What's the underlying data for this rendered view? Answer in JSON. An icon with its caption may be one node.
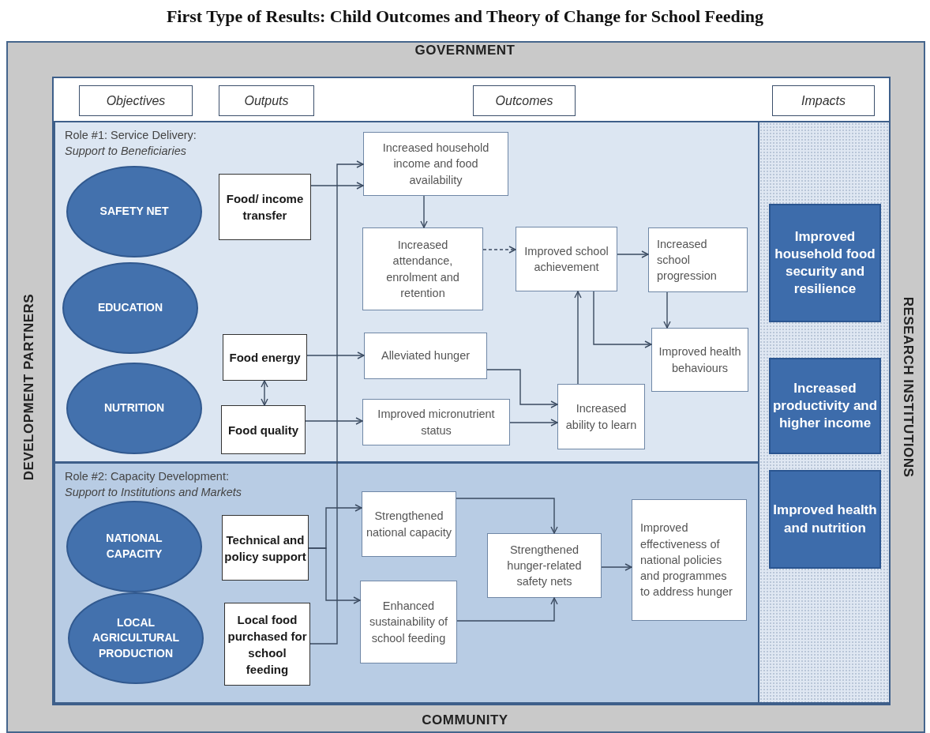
{
  "diagram": {
    "title": "First Type of Results: Child Outcomes and Theory of Change for School Feeding",
    "nodes": [
      {
        "text": [
          "Objectives"
        ]
      },
      {
        "text": [
          "Outputs"
        ]
      },
      {
        "text": [
          "Outcomes"
        ]
      },
      {
        "text": [
          "Impacts"
        ]
      },
      {
        "text": [
          "Role #1: Service Delivery:",
          "Support to Beneficiaries"
        ]
      },
      {
        "text": [
          "SAFETY NET"
        ],
        "in": 4
      },
      {
        "text": [
          "EDUCATION"
        ],
        "in": 4
      },
      {
        "text": [
          "NUTRITION"
        ],
        "in": 4
      },
      {
        "text": [
          "Food/ income transfer"
        ],
        "in": 4
      },
      {
        "text": [
          "Food energy"
        ],
        "in": 4
      },
      {
        "text": [
          "Food quality"
        ],
        "in": 4
      },
      {
        "text": [
          "Increased household income and food availability"
        ],
        "in": 4
      },
      {
        "text": [
          "Increased attendance, enrolment and retention"
        ],
        "in": 4
      },
      {
        "text": [
          "Improved school achievement"
        ],
        "in": 4
      },
      {
        "text": [
          "Increased school progression"
        ],
        "in": 4
      },
      {
        "text": [
          "Alleviated hunger"
        ],
        "in": 4
      },
      {
        "text": [
          "Improved micronutrient status"
        ],
        "in": 4
      },
      {
        "text": [
          "Increased ability to learn"
        ],
        "in": 4
      },
      {
        "text": [
          "Improved health behaviours"
        ],
        "in": 4
      },
      {
        "text": [
          "Role #2: Capacity Development:",
          "Support to Institutions and Markets"
        ]
      },
      {
        "text": [
          "NATIONAL CAPACITY"
        ],
        "in": 19
      },
      {
        "text": [
          "LOCAL AGRICULTURAL PRODUCTION"
        ],
        "in": 19
      },
      {
        "text": [
          "Technical and policy support"
        ],
        "in": 19
      },
      {
        "text": [
          "Local food purchased for school feeding"
        ],
        "in": 19
      },
      {
        "text": [
          "Strengthened national capacity"
        ],
        "in": 19
      },
      {
        "text": [
          "Enhanced sustainability of school feeding"
        ],
        "in": 19
      },
      {
        "text": [
          "Strengthened hunger-related safety nets"
        ],
        "in": 19
      },
      {
        "text": [
          "Improved effectiveness of national policies and programmes to address hunger"
        ],
        "in": 19
      },
      {
        "text": [],
        "shape": "box"
      },
      {
        "text": [
          "Improved household food security and resilience"
        ],
        "in": 28
      },
      {
        "text": [
          "Increased productivity and higher income"
        ],
        "in": 28
      },
      {
        "text": [
          "Improved health and nutrition"
        ],
        "in": 28
      }
    ],
    "edges": [
      {
        "from": 8,
        "to": 11,
        "arrow": "to"
      },
      {
        "from": 23,
        "to": 11,
        "arrow": "to"
      },
      {
        "from": 11,
        "to": 12,
        "arrow": "to"
      },
      {
        "from": 12,
        "to": 13,
        "arrow": "to",
        "style": "dashed"
      },
      {
        "from": 13,
        "to": 14,
        "arrow": "to"
      },
      {
        "from": 14,
        "to": 18,
        "arrow": "to"
      },
      {
        "from": 13,
        "to": 18,
        "arrow": "to"
      },
      {
        "from": 9,
        "to": 10,
        "arrow": "both"
      },
      {
        "from": 9,
        "to": 15,
        "arrow": "to"
      },
      {
        "from": 10,
        "to": 16,
        "arrow": "to"
      },
      {
        "from": 15,
        "to": 17,
        "arrow": "to"
      },
      {
        "from": 16,
        "to": 17,
        "arrow": "to"
      },
      {
        "from": 17,
        "to": 13,
        "arrow": "to"
      },
      {
        "from": 22,
        "to": 24,
        "arrow": "to"
      },
      {
        "from": 22,
        "to": 25,
        "arrow": "to"
      },
      {
        "from": 24,
        "to": 26,
        "arrow": "to"
      },
      {
        "from": 25,
        "to": 26,
        "arrow": "to"
      },
      {
        "from": 26,
        "to": 27,
        "arrow": "to"
      }
    ],
    "labels": [
      "GOVERNMENT",
      "DEVELOPMENT PARTNERS",
      "RESEARCH INSTITUTIONS",
      "COMMUNITY"
    ]
  }
}
